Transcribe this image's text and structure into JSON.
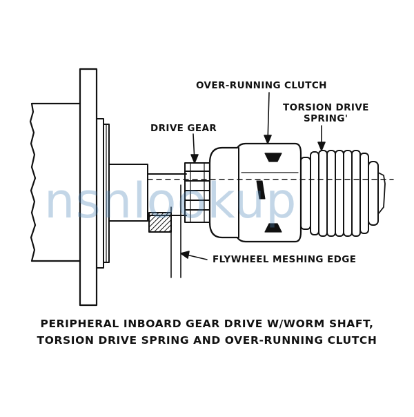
{
  "labels": {
    "over_running_clutch": "OVER-RUNNING CLUTCH",
    "torsion_drive_line1": "TORSION DRIVE",
    "torsion_drive_line2": "SPRING'",
    "drive_gear": "DRIVE GEAR",
    "flywheel_meshing_edge": "FLYWHEEL MESHING EDGE"
  },
  "caption": {
    "line1": "PERIPHERAL INBOARD GEAR DRIVE W/WORM SHAFT,",
    "line2": "TORSION DRIVE SPRING AND OVER-RUNNING CLUTCH"
  },
  "watermark": "nsnlookup",
  "colors": {
    "ink": "#111111",
    "watermark": "#4c86b8",
    "background": "#ffffff"
  }
}
